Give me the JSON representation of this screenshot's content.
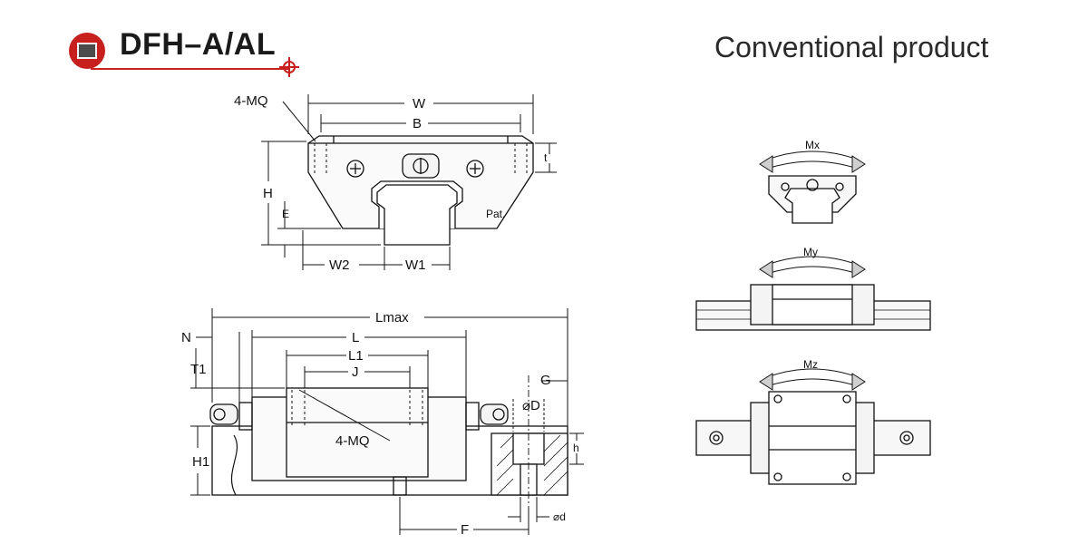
{
  "header": {
    "model": "DFH–A/AL",
    "subtitle": "Conventional product",
    "logo_color": "#c8201e",
    "logo_icon": "rail-block-logo-icon"
  },
  "front_view": {
    "labels": {
      "mq": "4-MQ",
      "w": "W",
      "b": "B",
      "h": "H",
      "e": "E",
      "t": "t",
      "w2": "W2",
      "w1": "W1",
      "pat": "Pat."
    }
  },
  "side_view": {
    "labels": {
      "lmax": "Lmax",
      "n": "N",
      "l": "L",
      "l1": "L1",
      "j": "J",
      "t1": "T1",
      "h1": "H1",
      "mq": "4-MQ",
      "g": "G",
      "d_big": "⌀D",
      "h_small": "h",
      "d_small": "⌀d",
      "f": "F"
    }
  },
  "moment_views": {
    "mx": "Mx",
    "my": "My",
    "mz": "Mz"
  }
}
